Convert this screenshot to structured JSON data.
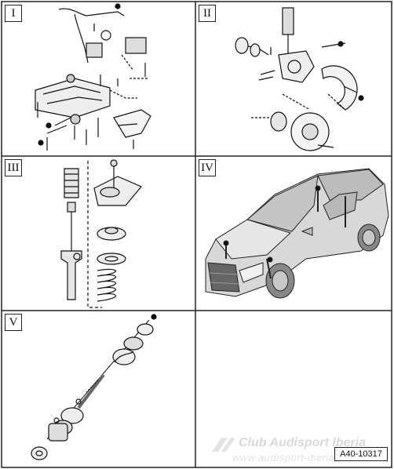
{
  "panels": [
    {
      "label": "I"
    },
    {
      "label": "II"
    },
    {
      "label": "III"
    },
    {
      "label": "IV"
    },
    {
      "label": "V"
    },
    {
      "label": ""
    }
  ],
  "watermark": {
    "title": "Club Audisport Iberia",
    "url": "www.audisport-iberia.com"
  },
  "document_code": "A40-10317"
}
